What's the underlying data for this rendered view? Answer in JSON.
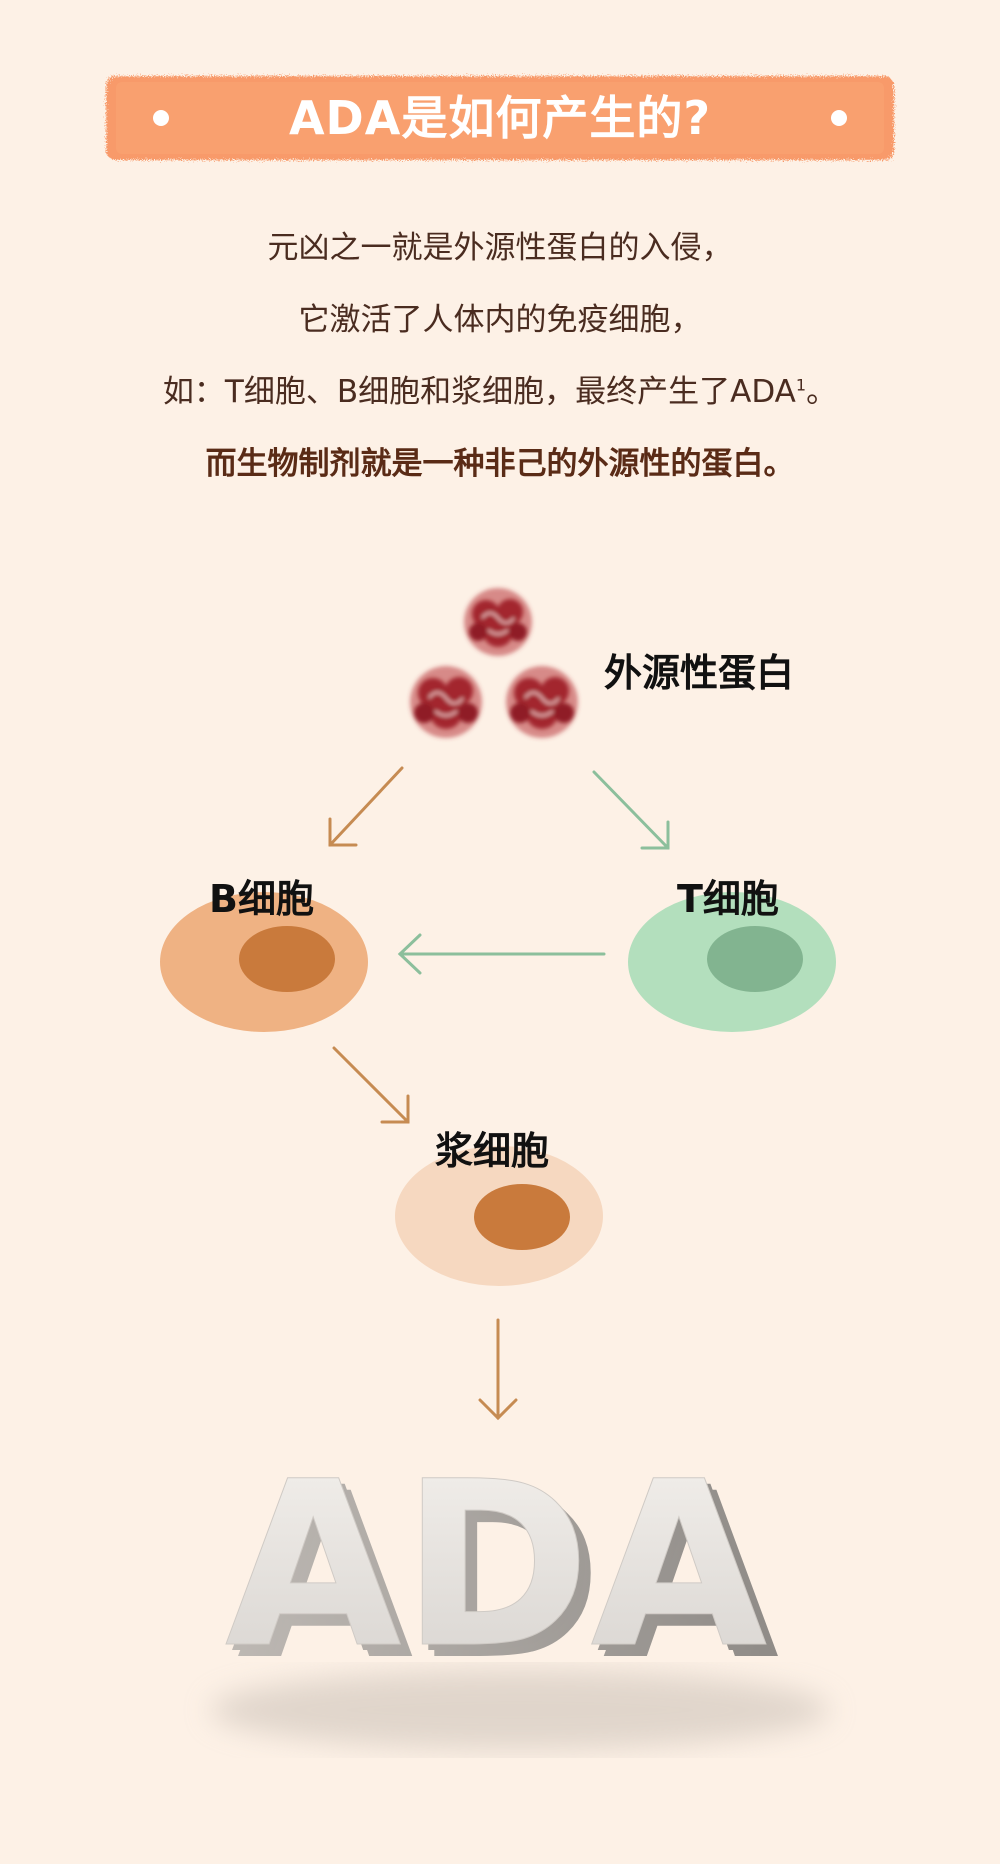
{
  "header": {
    "title": "ADA是如何产生的?"
  },
  "intro": {
    "line1": "元凶之一就是外源性蛋白的入侵，",
    "line2": "它激活了人体内的免疫细胞，",
    "line3_prefix": "如：T细胞、B细胞和浆细胞，最终产生了ADA",
    "line3_sup": "1",
    "line3_suffix": "。",
    "line4": "而生物制剂就是一种非己的外源性的蛋白。"
  },
  "diagram": {
    "nodes": {
      "protein": "外源性蛋白",
      "b_cell": "B细胞",
      "t_cell": "T细胞",
      "plasma_cell": "浆细胞",
      "result": "ADA"
    },
    "colors": {
      "b_cell_body": "#efb283",
      "b_cell_nucleus": "#c97a3c",
      "t_cell_body": "#b3dfbd",
      "t_cell_nucleus": "#82b490",
      "plasma_body": "#f6d8c0",
      "plasma_nucleus": "#c97a3c",
      "arrow_orange": "#c68b52",
      "arrow_green": "#8cbf9c",
      "protein": "#a3262d"
    }
  }
}
